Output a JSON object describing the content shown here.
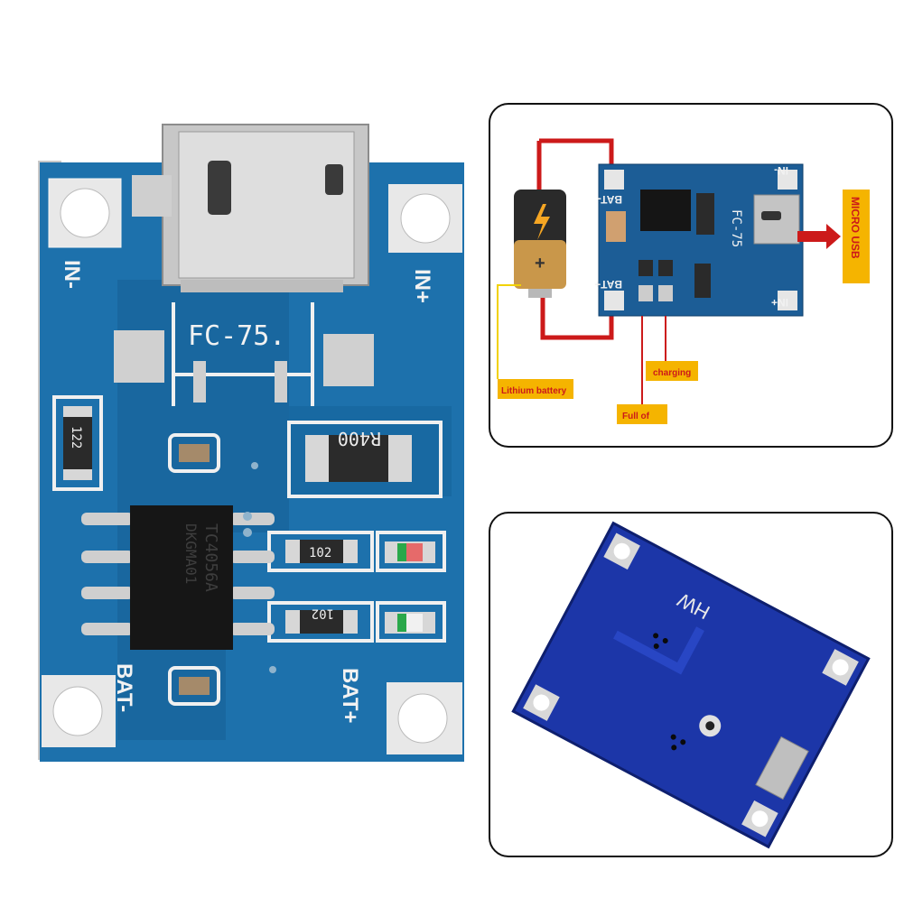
{
  "main_board": {
    "silkscreen": {
      "in_minus": "IN-",
      "in_plus": "IN+",
      "bat_minus": "BAT-",
      "bat_plus": "BAT+",
      "model": "FC-75."
    },
    "chip_marking": [
      "TC4056A",
      "DKGMA01"
    ],
    "resistors": {
      "r_sense": "R400",
      "r_122": "122",
      "r_102_a": "102",
      "r_102_b": "102"
    },
    "colors": {
      "pcb": "#1a6fa8",
      "silk": "#f2f2f2",
      "pad": "#c9c9c9"
    }
  },
  "wiring_diagram": {
    "labels": {
      "micro_usb": "MICRO USB",
      "lithium_battery": "Lithium battery",
      "charging": "charging",
      "full_of": "Full of"
    },
    "board_silkscreen": {
      "in_minus": "IN-",
      "in_plus": "IN+",
      "bat_minus": "BAT-",
      "bat_plus": "BAT+",
      "model": "FC-75"
    },
    "colors": {
      "wire_red": "#cc1a1a",
      "wire_yellow": "#f2d200",
      "label_bg": "#f5b400",
      "label_text": "#cc1a1a"
    }
  },
  "back_board": {
    "silkscreen": {
      "brand": "HW"
    }
  }
}
